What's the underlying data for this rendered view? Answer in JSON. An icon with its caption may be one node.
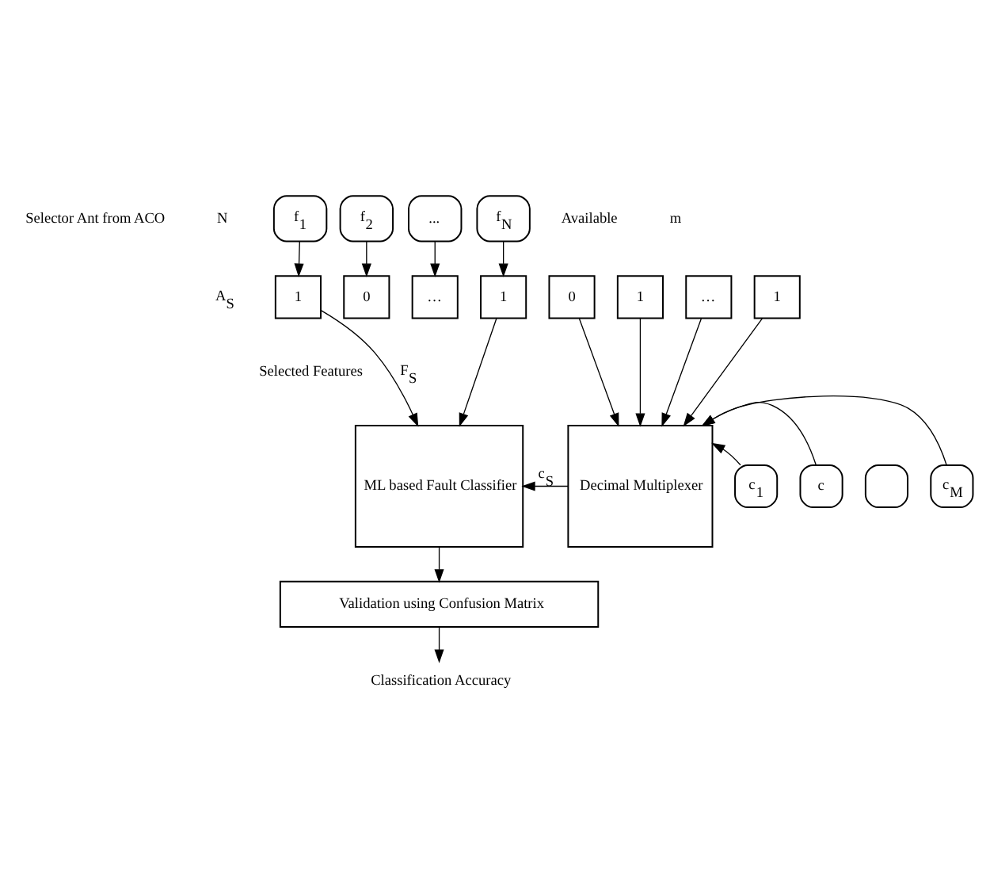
{
  "diagram": {
    "nodes": [
      {
        "text": [
          "f$_{1}$"
        ]
      },
      {
        "text": [
          "f$_{2}$"
        ]
      },
      {
        "text": [
          "..."
        ]
      },
      {
        "text": [
          "f$_{N}$"
        ]
      },
      {
        "text": [
          "1"
        ]
      },
      {
        "text": [
          "0"
        ]
      },
      {
        "text": [
          "…"
        ]
      },
      {
        "text": [
          "1"
        ]
      },
      {
        "text": [
          "0"
        ]
      },
      {
        "text": [
          "1"
        ]
      },
      {
        "text": [
          "…"
        ]
      },
      {
        "text": [
          "1"
        ]
      },
      {
        "text": [
          "ML based Fault Classifier"
        ]
      },
      {
        "text": [
          "Decimal Multiplexer"
        ]
      },
      {
        "text": [
          "c$_{1}$"
        ]
      },
      {
        "text": [
          "c"
        ]
      },
      {
        "text": [],
        "shape": "box"
      },
      {
        "text": [
          "c$_{M}$"
        ]
      },
      {
        "text": [
          "Validation using Confusion Matrix"
        ]
      },
      {
        "text": [
          "Classification Accuracy"
        ]
      }
    ],
    "edges": [
      {
        "from": 0,
        "to": 4,
        "arrow": "to"
      },
      {
        "from": 1,
        "to": 5,
        "arrow": "to"
      },
      {
        "from": 2,
        "to": 6,
        "arrow": "to"
      },
      {
        "from": 3,
        "to": 7,
        "arrow": "to"
      },
      {
        "from": 4,
        "to": 12,
        "arrow": "to",
        "label": "F$_{S}$"
      },
      {
        "from": 7,
        "to": 12,
        "arrow": "to"
      },
      {
        "from": 8,
        "to": 13,
        "arrow": "to"
      },
      {
        "from": 9,
        "to": 13,
        "arrow": "to"
      },
      {
        "from": 10,
        "to": 13,
        "arrow": "to"
      },
      {
        "from": 11,
        "to": 13,
        "arrow": "to"
      },
      {
        "from": 14,
        "to": 13,
        "arrow": "to"
      },
      {
        "from": 15,
        "to": 13,
        "arrow": "to"
      },
      {
        "from": 17,
        "to": 13,
        "arrow": "to"
      },
      {
        "from": 13,
        "to": 12,
        "arrow": "to",
        "label": "c$_{S}$"
      },
      {
        "from": 12,
        "to": 18,
        "arrow": "to"
      },
      {
        "from": 18,
        "to": 19,
        "arrow": "to"
      }
    ],
    "labels": [
      "Selector Ant from ACO",
      "N",
      "Available",
      "m",
      "A$_{S}$",
      "Selected Features"
    ]
  }
}
